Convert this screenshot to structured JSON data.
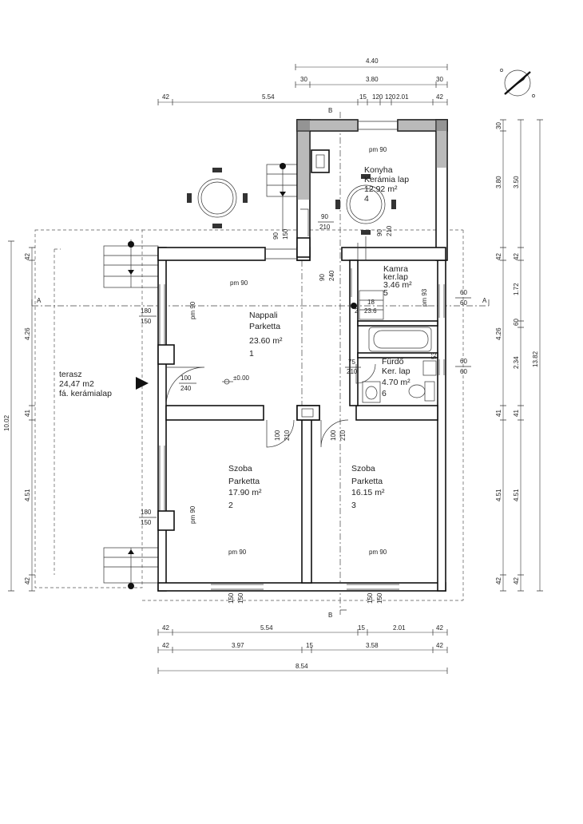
{
  "rooms": {
    "kitchen": {
      "name": "Konyha",
      "floor": "Kerámia lap",
      "area": "12.92 m²",
      "number": "4",
      "window": "pm 90"
    },
    "pantry": {
      "name": "Kamra",
      "floor": "ker.lap",
      "area": "3.46 m²",
      "number": "5",
      "window": "pm 93"
    },
    "living": {
      "name": "Nappali",
      "floor": "Parketta",
      "area": "23.60 m²",
      "number": "1",
      "window_top": "pm 90",
      "window_left": "pm 90",
      "level": "±0.00"
    },
    "bathroom": {
      "name": "Fürdő",
      "floor": "Ker. lap",
      "area": "4.70 m²",
      "number": "6"
    },
    "room2": {
      "name": "Szoba",
      "floor": "Parketta",
      "area": "17.90 m²",
      "number": "2",
      "window_bottom": "pm 90",
      "window_left": "pm 90"
    },
    "room3": {
      "name": "Szoba",
      "floor": "Parketta",
      "area": "16.15 m²",
      "number": "3",
      "window_bottom": "pm 90"
    },
    "terrace": {
      "name": "terasz",
      "area": "24,47 m2",
      "floor": "fá. kerámialap"
    }
  },
  "sections": {
    "a": "A",
    "b": "B"
  },
  "dims_top": {
    "row1": [
      "4.40"
    ],
    "row2": [
      "30",
      "3.80",
      "30"
    ],
    "row3": [
      "42",
      "5.54",
      "15",
      "120",
      "120",
      "2.01",
      "42"
    ]
  },
  "dims_bottom": {
    "row1": [
      "42",
      "5.54",
      "15",
      "2.01",
      "42"
    ],
    "row2": [
      "42",
      "3.97",
      "15",
      "3.58",
      "42"
    ],
    "row3": [
      "8.54"
    ]
  },
  "dims_left": {
    "outer": "10.02",
    "inner": [
      "42",
      "4.26",
      "41",
      "4.51",
      "42"
    ]
  },
  "dims_right": {
    "outer": "13.82",
    "col1": [
      "30",
      "3.80",
      "42",
      "4.26",
      "41",
      "4.51",
      "42"
    ],
    "col2": [
      "3.50",
      "42",
      "1.72",
      "60",
      "2.34",
      "41",
      "4.51",
      "42"
    ]
  },
  "openings": {
    "living_left": [
      "180",
      "150"
    ],
    "entry": [
      "100",
      "240"
    ],
    "room2_left": [
      "180",
      "150"
    ],
    "kitchen_door": [
      "90",
      "210"
    ],
    "stair_window": [
      "90",
      "150"
    ],
    "living_kitchen": [
      "90",
      "240"
    ],
    "kitchen_door2": [
      "90",
      "210"
    ],
    "pantry_door": [
      "18",
      "2",
      "23.6"
    ],
    "bath_door": [
      "75",
      "210"
    ],
    "bath_win1": [
      "60",
      "60"
    ],
    "bath_win2": [
      "60",
      "60"
    ],
    "room2_door": [
      "100",
      "210"
    ],
    "room3_door": [
      "100",
      "210"
    ],
    "room2_bottom": [
      "150",
      "150"
    ],
    "room3_bottom": [
      "150",
      "150"
    ],
    "pantry_bath": "53"
  }
}
